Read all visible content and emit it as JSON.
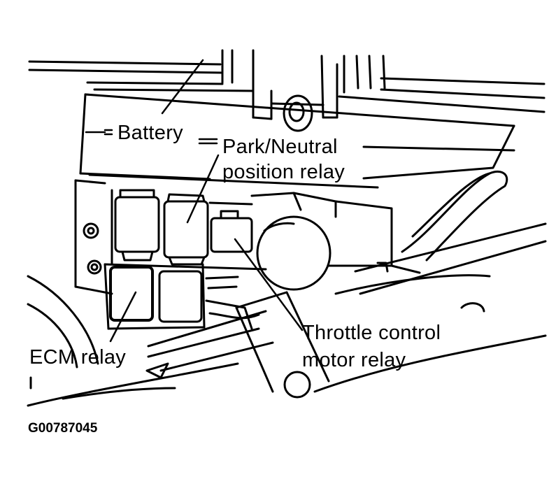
{
  "labels": {
    "battery": "Battery",
    "park_neutral": [
      "Park/Neutral",
      "position relay"
    ],
    "throttle": [
      "Throttle control",
      "motor relay"
    ],
    "ecm": "ECM relay"
  },
  "figure_code": "G00787045"
}
